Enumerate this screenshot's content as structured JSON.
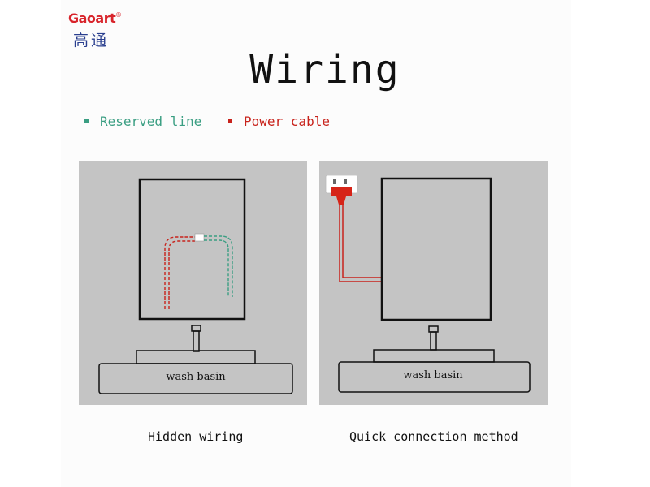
{
  "brand": {
    "logo_text": "Gaoart",
    "registered_mark": "®",
    "logo_chinese": "高通"
  },
  "title": "Wiring",
  "legend": {
    "reserved_line": {
      "label": "Reserved line",
      "color": "#3a9e82"
    },
    "power_cable": {
      "label": "Power cable",
      "color": "#c8231c"
    }
  },
  "panels": {
    "hidden_wiring": {
      "basin_label": "wash basin",
      "caption": "Hidden wiring"
    },
    "quick_connection": {
      "basin_label": "wash basin",
      "caption": "Quick connection method"
    }
  },
  "colors": {
    "panel_background": "#c4c4c4",
    "outline": "#111111",
    "power": "#c8231c",
    "reserved": "#3a9e82"
  }
}
